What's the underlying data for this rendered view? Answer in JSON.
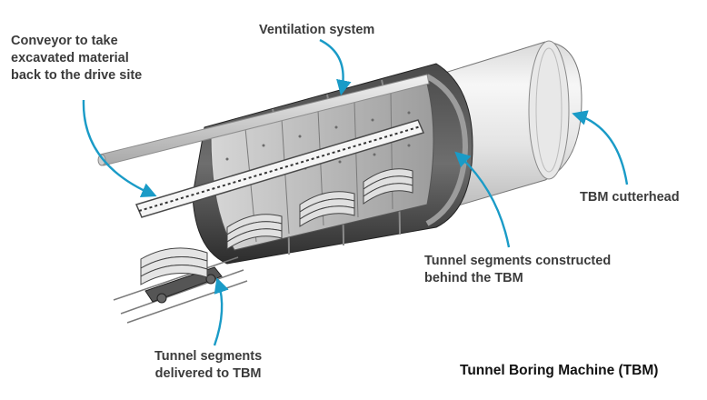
{
  "diagram": {
    "title": "Tunnel Boring Machine (TBM)",
    "labels": {
      "conveyor": [
        "Conveyor to take",
        "excavated material",
        "back to the drive site"
      ],
      "ventilation": [
        "Ventilation system"
      ],
      "cutterhead": [
        "TBM cutterhead"
      ],
      "segments_constructed": [
        "Tunnel segments constructed",
        "behind the TBM"
      ],
      "segments_delivered": [
        "Tunnel segments",
        "delivered to TBM"
      ]
    },
    "colors": {
      "arrow": "#1a9bc7",
      "text": "#3b3b3b",
      "shell_dark": "#3a3a3a",
      "shell_mid": "#7a7a7a",
      "segment_light": "#e6e6e6",
      "cutterhead_light": "#efefef"
    }
  }
}
